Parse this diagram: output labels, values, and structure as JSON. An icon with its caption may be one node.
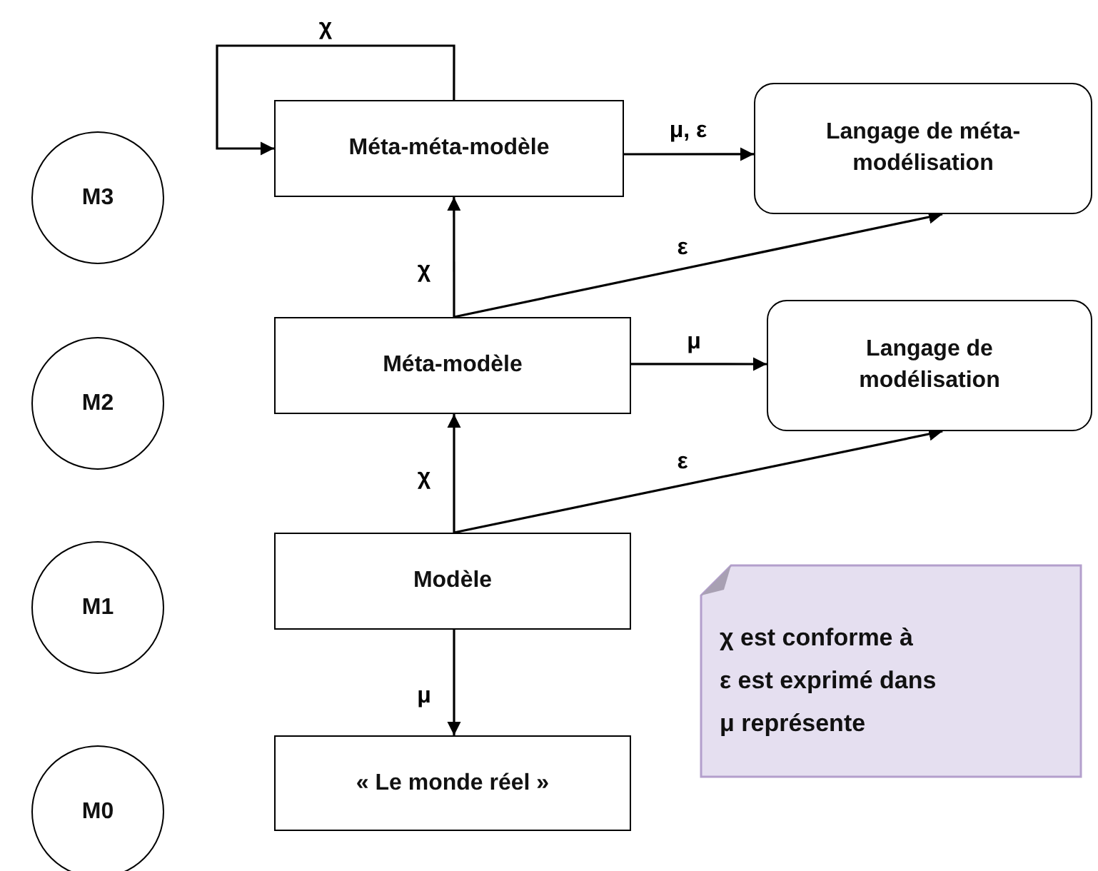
{
  "diagram": {
    "nodes": [
      {
        "text": [
          "M3"
        ]
      },
      {
        "text": [
          "Méta-méta-modèle"
        ]
      },
      {
        "text": [
          "Langage de méta-modélisation"
        ]
      },
      {
        "text": [
          "M2"
        ]
      },
      {
        "text": [
          "Méta-modèle"
        ]
      },
      {
        "text": [
          "Langage de modélisation"
        ]
      },
      {
        "text": [
          "M1"
        ]
      },
      {
        "text": [
          "Modèle"
        ]
      },
      {
        "text": [
          "χ est conforme à",
          "ε est exprimé dans",
          "μ représente"
        ]
      },
      {
        "text": [
          "M0"
        ]
      },
      {
        "text": [
          "« Le monde réel »"
        ]
      }
    ],
    "edges": [
      {
        "from": 1,
        "to": 1,
        "arrow": "to",
        "label": "χ"
      },
      {
        "from": 1,
        "to": 2,
        "arrow": "to",
        "label": "μ, ε"
      },
      {
        "from": 4,
        "to": 1,
        "arrow": "to",
        "label": "χ"
      },
      {
        "from": 4,
        "to": 2,
        "arrow": "to",
        "label": "ε"
      },
      {
        "from": 4,
        "to": 5,
        "arrow": "to",
        "label": "μ"
      },
      {
        "from": 7,
        "to": 4,
        "arrow": "to",
        "label": "χ"
      },
      {
        "from": 7,
        "to": 5,
        "arrow": "to",
        "label": "ε"
      },
      {
        "from": 7,
        "to": 10,
        "arrow": "to",
        "label": "μ"
      }
    ]
  }
}
